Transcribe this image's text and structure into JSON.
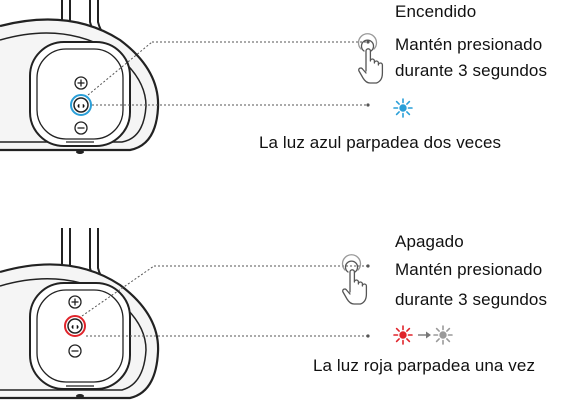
{
  "sections": [
    {
      "id": "encendido",
      "title": "Encendido",
      "instruction_line1": "Mantén presionado",
      "instruction_line2": "durante 3 segundos",
      "light_description": "La luz azul parpadea dos veces",
      "button_ring_color": "#2a9fd8",
      "light_colors": [
        "#2a9fd8"
      ]
    },
    {
      "id": "apagado",
      "title": "Apagado",
      "instruction_line1": "Mantén presionado",
      "instruction_line2": "durante 3 segundos",
      "light_description": "La luz roja parpadea una vez",
      "button_ring_color": "#e0242b",
      "light_colors": [
        "#e0242b",
        "#9a9a9a"
      ],
      "arrow_icon": "right-arrow"
    }
  ],
  "icons": {
    "hand": "press-hand-icon",
    "light": "light-blink-icon",
    "plus": "volume-up-icon",
    "minus": "volume-down-icon",
    "power": "power-button-icon"
  }
}
